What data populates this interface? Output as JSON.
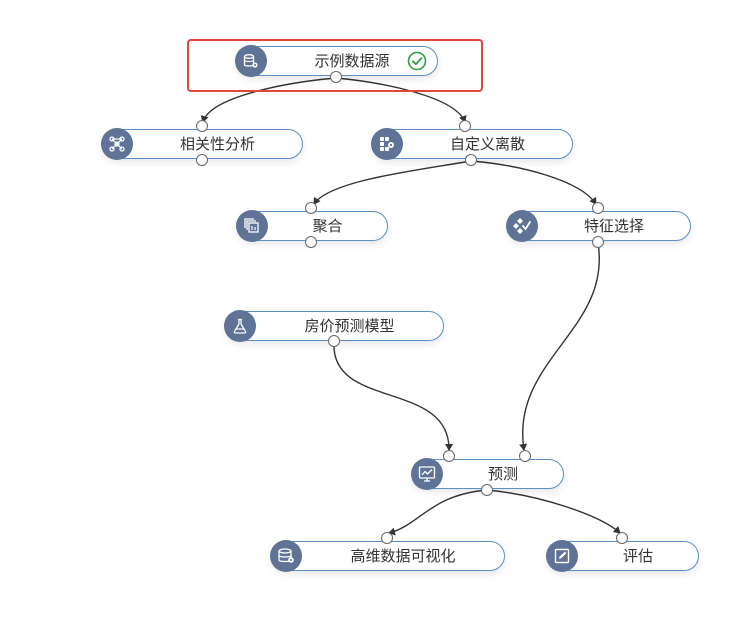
{
  "nodes": {
    "source": {
      "label": "示例数据源",
      "icon": "database-settings-icon",
      "status_icon": "check-circle-icon",
      "status_color": "#2ea043"
    },
    "correlation": {
      "label": "相关性分析",
      "icon": "graph-network-icon"
    },
    "discretize": {
      "label": "自定义离散",
      "icon": "cluster-settings-icon"
    },
    "aggregate": {
      "label": "聚合",
      "icon": "stacked-layers-icon"
    },
    "feature": {
      "label": "特征选择",
      "icon": "feature-select-icon"
    },
    "model": {
      "label": "房价预测模型",
      "icon": "flask-icon"
    },
    "predict": {
      "label": "预测",
      "icon": "monitor-chart-icon"
    },
    "hdvis": {
      "label": "高维数据可视化",
      "icon": "data-stack-icon"
    },
    "evaluate": {
      "label": "评估",
      "icon": "edit-icon"
    }
  },
  "colors": {
    "node_border": "#5b8fc6",
    "icon_bg": "#5e7396",
    "selection": "#e0463a",
    "edge": "#333333"
  }
}
